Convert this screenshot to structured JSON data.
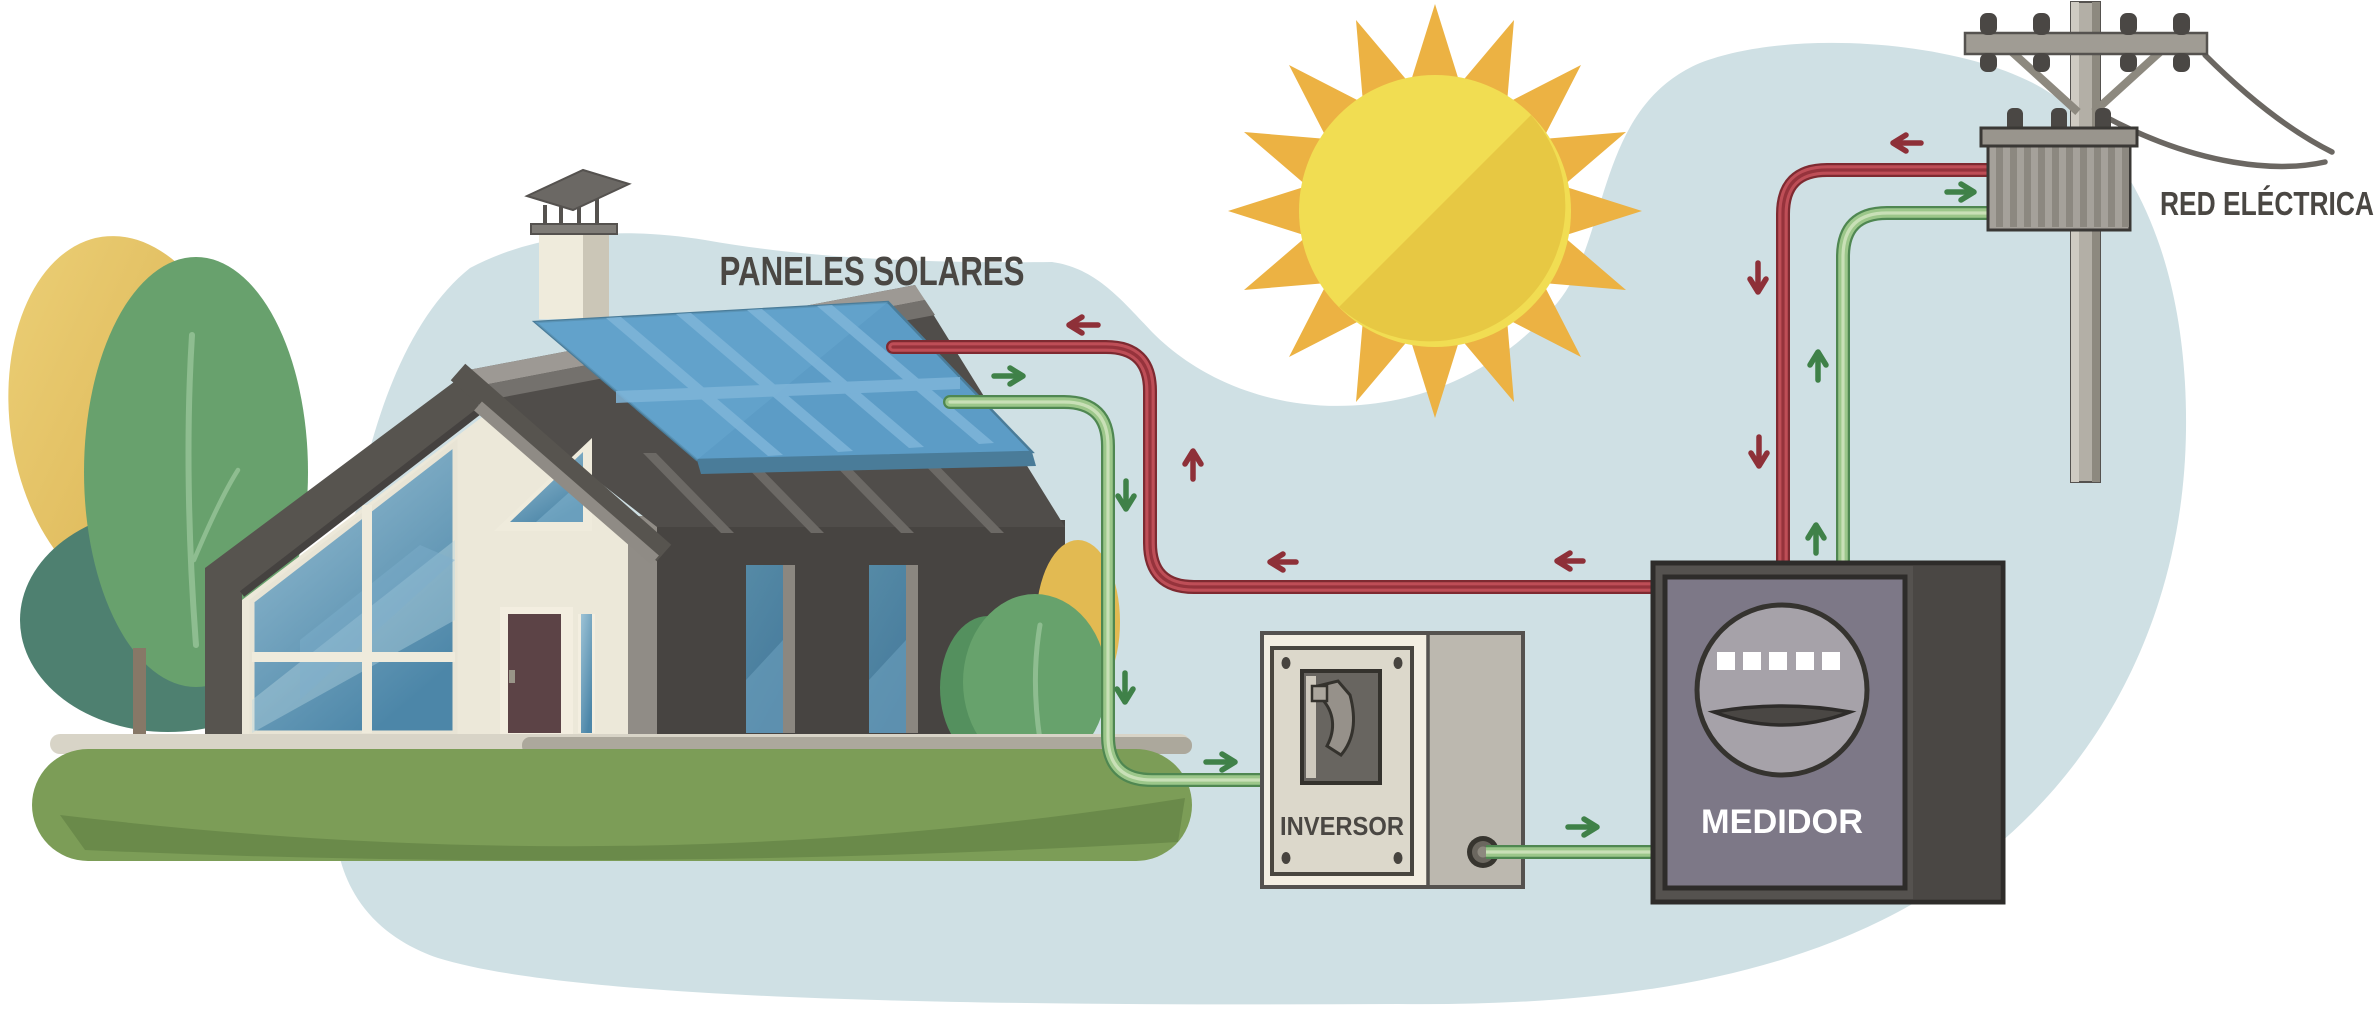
{
  "labels": {
    "solar_panels": "PANELES SOLARES",
    "inverter": "INVERSOR",
    "meter": "MEDIDOR",
    "grid": "RED ELÉCTRICA"
  },
  "colors": {
    "background_blob": "#CFE0E4",
    "label_text": "#4A4743",
    "meter_label_text": "#FFFFFF",
    "consumption_pipe_red": "#BE4E57",
    "consumption_pipe_red_edge": "#7E2A31",
    "generation_pipe_green": "#9CC78A",
    "generation_pipe_green_edge": "#4F8751",
    "arrow_red": "#8E3038",
    "arrow_green": "#3F8148",
    "sun_body": "#F1DD52",
    "sun_body_shade": "#E7C843",
    "sun_rays": "#ECB243",
    "panel_blue": "#5C9CC6",
    "house_wall_cream": "#ECE8D9",
    "house_wall_dark": "#474441",
    "roof_dark": "#504D4A",
    "grass_green": "#7C9D57",
    "sidewalk_gray": "#ACA89C",
    "meter_face": "#7D7887",
    "inverter_body": "#F3EEE1",
    "pole_gray": "#B3AFA6"
  },
  "flows": [
    {
      "id": "red-consumption",
      "color_name": "red",
      "route": "red eléctrica → medidor → casa (paneles solares)",
      "arrows": [
        "left",
        "down",
        "down",
        "left",
        "left",
        "up",
        "left"
      ]
    },
    {
      "id": "green-generation",
      "color_name": "green",
      "route": "paneles solares → inversor → medidor → red eléctrica",
      "arrows": [
        "right",
        "down",
        "down",
        "right",
        "right",
        "up",
        "up",
        "right"
      ]
    }
  ]
}
